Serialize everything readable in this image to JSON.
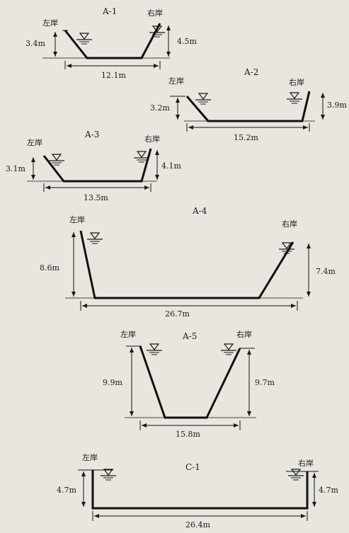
{
  "sections": [
    {
      "id": "A-1",
      "title": "A-1",
      "left_bank": "左岸",
      "right_bank": "右岸",
      "left_depth": "3.4m",
      "right_depth": "4.5m",
      "width": "12.1m"
    },
    {
      "id": "A-2",
      "title": "A-2",
      "left_bank": "左岸",
      "right_bank": "右岸",
      "left_depth": "3.2m",
      "right_depth": "3.9m",
      "width": "15.2m"
    },
    {
      "id": "A-3",
      "title": "A-3",
      "left_bank": "左岸",
      "right_bank": "右岸",
      "left_depth": "3.1m",
      "right_depth": "4.1m",
      "width": "13.5m"
    },
    {
      "id": "A-4",
      "title": "A-4",
      "left_bank": "左岸",
      "right_bank": "右岸",
      "left_depth": "8.6m",
      "right_depth": "7.4m",
      "width": "26.7m"
    },
    {
      "id": "A-5",
      "title": "A-5",
      "left_bank": "左岸",
      "right_bank": "右岸",
      "left_depth": "9.9m",
      "right_depth": "9.7m",
      "width": "15.8m"
    },
    {
      "id": "C-1",
      "title": "C-1",
      "left_bank": "左岸",
      "right_bank": "右岸",
      "left_depth": "4.7m",
      "right_depth": "4.7m",
      "width": "26.4m"
    }
  ]
}
